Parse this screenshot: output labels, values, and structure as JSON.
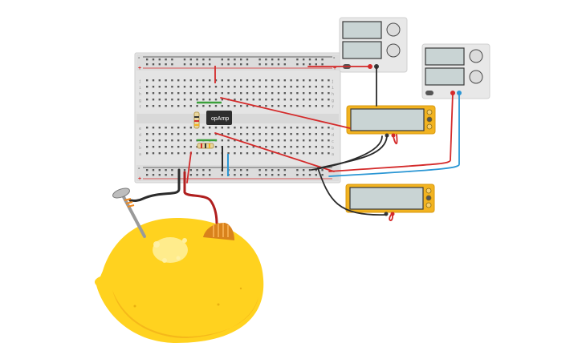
{
  "chip": {
    "label": "opAmp"
  },
  "breadboard": {
    "row_letters_top": [
      "j",
      "i",
      "h",
      "g",
      "f"
    ],
    "row_letters_bottom": [
      "e",
      "d",
      "c",
      "b",
      "a"
    ],
    "rail_plus": "+",
    "rail_minus": "-"
  },
  "power_supplies": [
    {
      "id": "psu-1"
    },
    {
      "id": "psu-2"
    }
  ],
  "multimeters": [
    {
      "id": "mm-1",
      "reading": ""
    },
    {
      "id": "mm-2",
      "reading": ""
    }
  ],
  "colors": {
    "wire_red": "#d42a2a",
    "wire_black": "#2b2b2b",
    "wire_blue": "#2a96d4",
    "multimeter_body": "#f2b320",
    "lemon": "#ffd21f",
    "breadboard": "#e6e6e6",
    "display": "#c9d4d4"
  }
}
